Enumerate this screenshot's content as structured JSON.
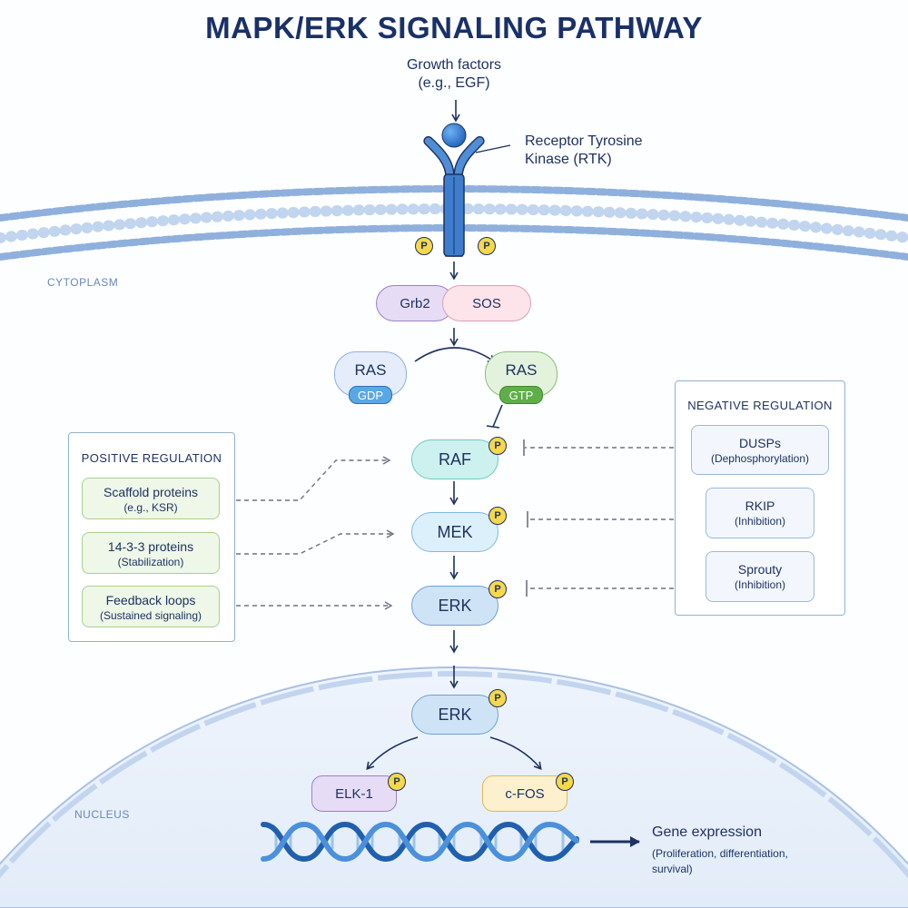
{
  "title": "MAPK/ERK SIGNALING PATHWAY",
  "growth_factors": {
    "line1": "Growth factors",
    "line2": "(e.g., EGF)"
  },
  "receptor": {
    "line1": "Receptor Tyrosine",
    "line2": "Kinase (RTK)"
  },
  "compartments": {
    "cytoplasm": "CYTOPLASM",
    "nucleus": "NUCLEUS"
  },
  "phospho_label": "P",
  "adaptors": {
    "grb2": "Grb2",
    "sos": "SOS"
  },
  "ras_inactive": {
    "name": "RAS",
    "state": "GDP"
  },
  "ras_active": {
    "name": "RAS",
    "state": "GTP"
  },
  "cascade": {
    "raf": "RAF",
    "mek": "MEK",
    "erk": "ERK",
    "erk_nuclear": "ERK"
  },
  "transcription_factors": {
    "elk1": "ELK-1",
    "cfos": "c-FOS"
  },
  "gene_expression": {
    "title": "Gene expression",
    "line1": "(Proliferation, differentiation,",
    "line2": "survival)"
  },
  "positive_regulation": {
    "title": "POSITIVE REGULATION",
    "items": [
      {
        "name": "Scaffold proteins",
        "detail": "(e.g., KSR)"
      },
      {
        "name": "14-3-3 proteins",
        "detail": "(Stabilization)"
      },
      {
        "name": "Feedback loops",
        "detail": "(Sustained signaling)"
      }
    ]
  },
  "negative_regulation": {
    "title": "NEGATIVE REGULATION",
    "items": [
      {
        "name": "DUSPs",
        "detail": "(Dephosphorylation)"
      },
      {
        "name": "RKIP",
        "detail": "(Inhibition)"
      },
      {
        "name": "Sprouty",
        "detail": "(Inhibition)"
      }
    ]
  },
  "colors": {
    "navy": "#1e3260",
    "membrane": "#8fb0dc",
    "phospho": "#f6d84a",
    "grb2": "#e6dcf5",
    "sos": "#fde3ea",
    "ras_inactive": "#e4edf9",
    "ras_active": "#e3f2dc",
    "raf": "#cdf1ee",
    "mek": "#dcf0fb",
    "erk": "#cfe3f7",
    "elk1": "#e7dcf6",
    "cfos": "#fdf0cf",
    "positive": "#eef7e8",
    "negative": "#f3f7fd",
    "dna_strand": "#2f6fb8"
  }
}
